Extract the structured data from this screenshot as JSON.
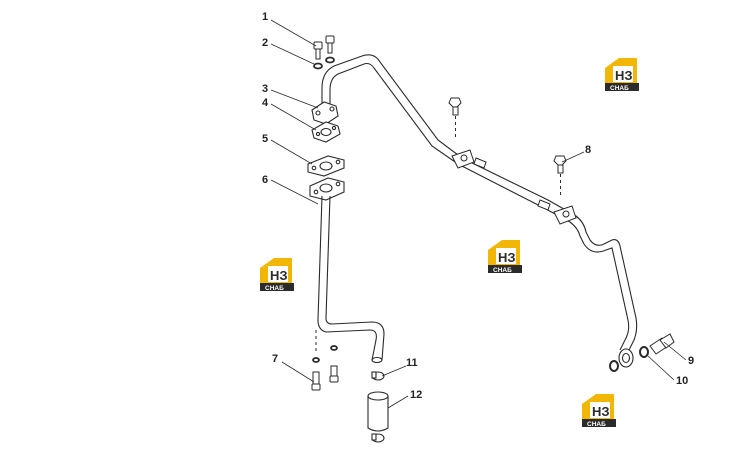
{
  "callouts": [
    {
      "id": "c1",
      "label": "1"
    },
    {
      "id": "c2",
      "label": "2"
    },
    {
      "id": "c3",
      "label": "3"
    },
    {
      "id": "c4",
      "label": "4"
    },
    {
      "id": "c5",
      "label": "5"
    },
    {
      "id": "c6",
      "label": "6"
    },
    {
      "id": "c7",
      "label": "7"
    },
    {
      "id": "c8",
      "label": "8"
    },
    {
      "id": "c9",
      "label": "9"
    },
    {
      "id": "c10",
      "label": "10"
    },
    {
      "id": "c11",
      "label": "11"
    },
    {
      "id": "c12",
      "label": "12"
    }
  ],
  "watermark": {
    "letters": "НЗ",
    "subtext": "СНАБ",
    "accent": "#f2b705",
    "dark": "#2b2b2b"
  },
  "colors": {
    "line": "#2a2a2a",
    "fill": "#ffffff"
  }
}
